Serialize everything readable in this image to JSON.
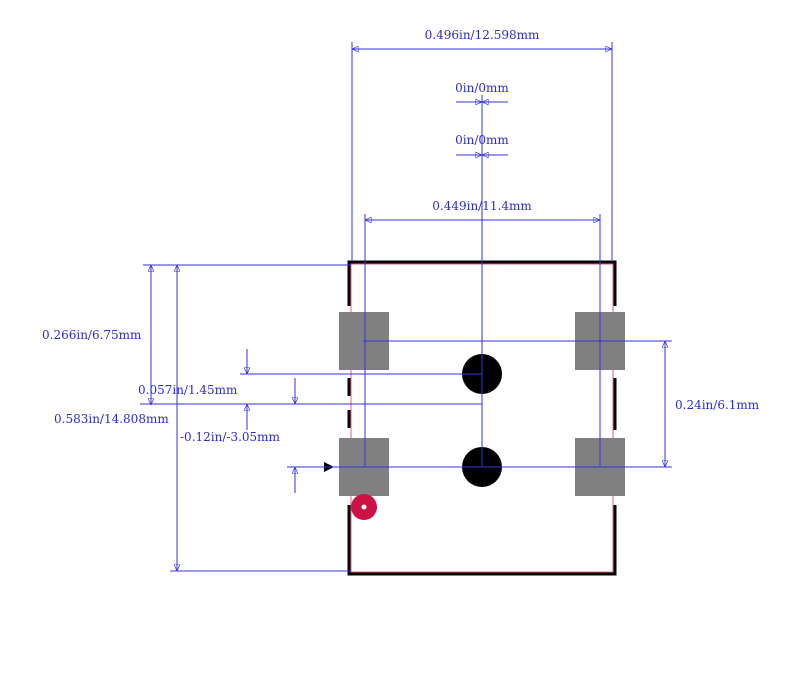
{
  "colors": {
    "dimension": "#3333dd",
    "outline": "#000000",
    "courtyard": "#e0607a",
    "pad": "#808080",
    "hole": "#000000",
    "pin1_marker": "#cc1144",
    "background": "#ffffff"
  },
  "labels": {
    "overall_width": "0.496in/12.598mm",
    "gap_top": "0in/0mm",
    "gap_second": "0in/0mm",
    "pad_span": "0.449in/11.4mm",
    "top_to_pad": "0.266in/6.75mm",
    "hole_offset": "0.057in/1.45mm",
    "overall_height": "0.583in/14.808mm",
    "negative_offset": "-0.12in/-3.05mm",
    "pad_pitch": "0.24in/6.1mm"
  },
  "icons": {
    "pin1_arrow": "triangle-right-icon",
    "pin1_dot": "filled-circle-icon"
  }
}
